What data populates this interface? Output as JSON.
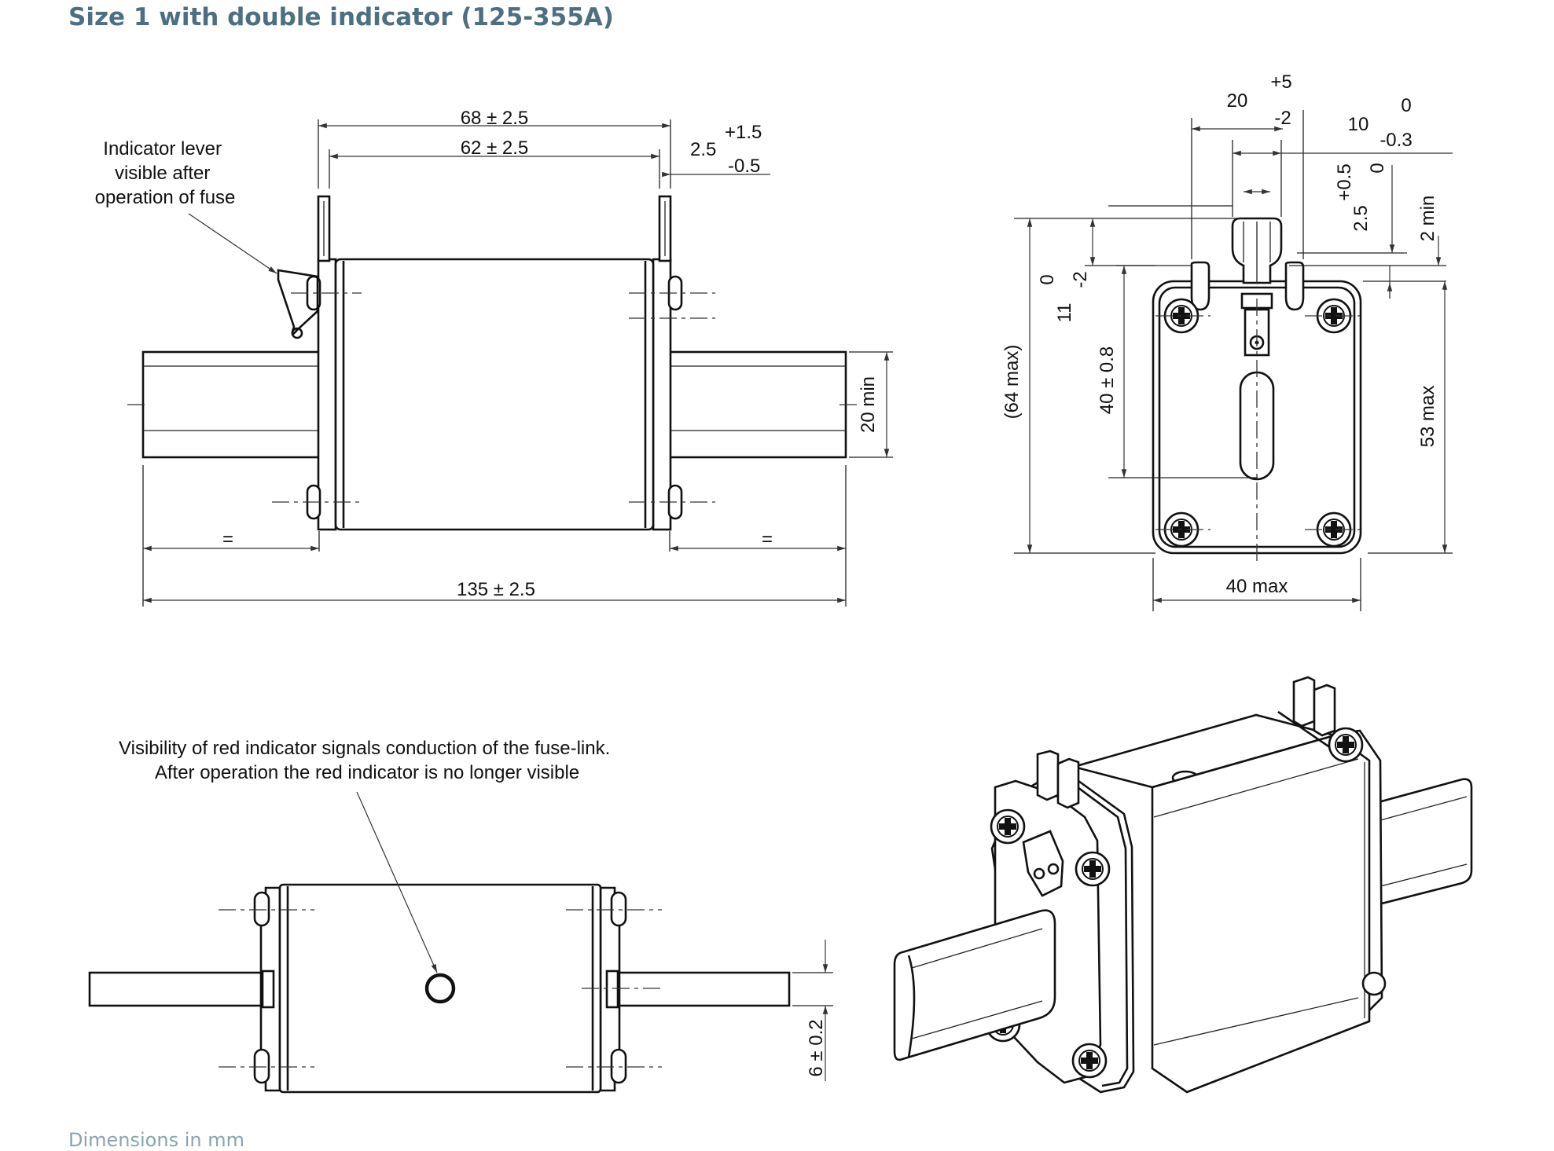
{
  "title": "Size 1 with double indicator (125-355A)",
  "footnote": "Dimensions in mm",
  "views": {
    "side": {
      "note": [
        "Indicator lever",
        "visible after",
        "operation of fuse"
      ],
      "dims": {
        "a68": "68 ± 2.5",
        "a62": "62 ± 2.5",
        "blade_thk": "2.5",
        "blade_thk_plus": "+1.5",
        "blade_thk_minus": "-0.5",
        "blade_h": "20 min",
        "eq": "=",
        "overall": "135 ± 2.5"
      }
    },
    "end": {
      "dims": {
        "d20": "20",
        "d20_plus": "+5",
        "d20_minus": "-2",
        "d10": "10",
        "d10_plus": "0",
        "d10_minus": "-0.3",
        "d25": "2.5",
        "d25_plus": "+0.5",
        "d25_minus": "0",
        "d2min": "2 min",
        "d11": "11",
        "d11_plus": "0",
        "d11_minus": "-2",
        "d64": "(64 max)",
        "d40": "40 ± 0.8",
        "d53": "53 max",
        "d40max": "40 max"
      }
    },
    "top": {
      "note": [
        "Visibility of red indicator signals conduction of the fuse-link.",
        "After operation the red indicator is no longer visible"
      ],
      "dims": {
        "d6": "6 ± 0.2"
      }
    }
  }
}
